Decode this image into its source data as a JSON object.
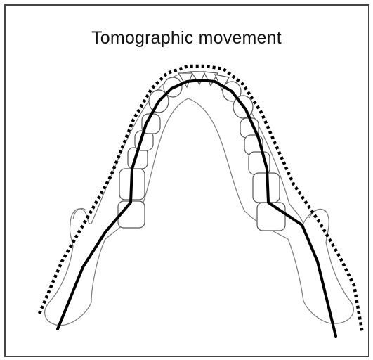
{
  "figure": {
    "title": "Tomographic movement"
  },
  "colors": {
    "frame": "#444444",
    "anatomy_outline": "#6f6f6f",
    "tooth_outline": "#555555",
    "tomographic_path": "#000000",
    "envelope_dotted": "#000000",
    "background": "#ffffff"
  },
  "diagram": {
    "subject": "mandibular dental arch with teeth, viewed from above",
    "solid_line": "tomographic movement path",
    "dotted_line": "outer arch envelope"
  }
}
